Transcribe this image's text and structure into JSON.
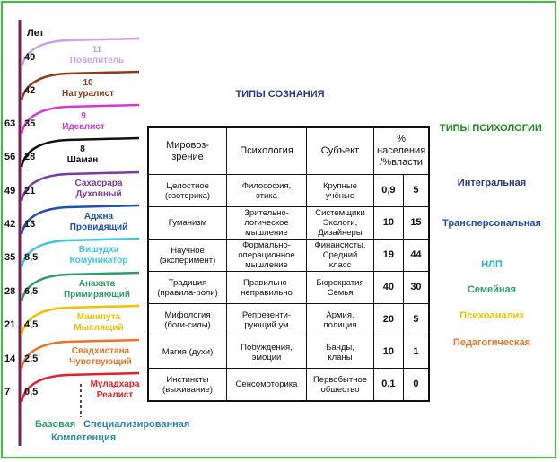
{
  "title": "ТИПЫ СОЗНАНИЯ",
  "axis_label": "Лет",
  "psychology": {
    "title": "ТИПЫ ПСИХОЛОГИИ",
    "items": [
      {
        "label": "Интегральная",
        "color": "#2a3591"
      },
      {
        "label": "Трансперсональная",
        "color": "#1f4fb0"
      },
      {
        "label": "НЛП",
        "color": "#22b5d6"
      },
      {
        "label": "Семейная",
        "color": "#2e9c6a"
      },
      {
        "label": "Психоанализ",
        "color": "#f0c000"
      },
      {
        "label": "Педагогическая",
        "color": "#e8742a"
      }
    ]
  },
  "levels": [
    {
      "num": "11",
      "name": "Повелитель",
      "age": "49",
      "age2": "",
      "color": "#c7a3e6"
    },
    {
      "num": "10",
      "name": "Натуралист",
      "age": "42",
      "age2": "",
      "color": "#8b3b1c"
    },
    {
      "num": "9",
      "name": "Идеалист",
      "age": "35",
      "age2": "63",
      "color": "#d43ad0"
    },
    {
      "num": "8",
      "name": "Шаман",
      "age": "28",
      "age2": "56",
      "color": "#111111"
    },
    {
      "num": "Сахасрара",
      "name": "Духовный",
      "age": "21",
      "age2": "49",
      "color": "#7b3a9e"
    },
    {
      "num": "Аджна",
      "name": "Провидящий",
      "age": "13",
      "age2": "42",
      "color": "#1f4fb0"
    },
    {
      "num": "Вишудха",
      "name": "Комуникатор",
      "age": "8,5",
      "age2": "35",
      "color": "#3cc8e0"
    },
    {
      "num": "Анахата",
      "name": "Примиряющий",
      "age": "6,5",
      "age2": "28",
      "color": "#2e9c6a"
    },
    {
      "num": "Манипута",
      "name": "Мыслящий",
      "age": "4,5",
      "age2": "21",
      "color": "#f0c000"
    },
    {
      "num": "Свадхистана",
      "name": "Чувствующий",
      "age": "2,5",
      "age2": "14",
      "color": "#e8742a"
    },
    {
      "num": "Муладхара",
      "name": "Реалист",
      "age": "0,5",
      "age2": "7",
      "color": "#e0202a"
    }
  ],
  "bottom": {
    "base": "Базовая",
    "special": "Специализированная",
    "competence": "Компетенция"
  },
  "table": {
    "headers": [
      "Мировоз-\nзрение",
      "Психология",
      "Субъект",
      "%\nнаселения\n/%власти"
    ],
    "rows": [
      {
        "c1": "Целостное\n(эзотерика)",
        "c2": "Философия,\nэтика",
        "c3": "Крупные\nучёные",
        "p": "0,9",
        "v": "5"
      },
      {
        "c1": "Гуманизм",
        "c2": "Зрительно-\nлогическое\nмышление",
        "c3": "Системщики\nЭкологи,\nДизайнеры",
        "p": "10",
        "v": "15"
      },
      {
        "c1": "Научное\n(эксперимент)",
        "c2": "Формально-\nоперационное\nмышление",
        "c3": "Финансисты,\nСредний\nкласс",
        "p": "19",
        "v": "44"
      },
      {
        "c1": "Традиция\n(правила-роли)",
        "c2": "Правильно-\nнеправильно",
        "c3": "Бюрократия\nСемья",
        "p": "40",
        "v": "30"
      },
      {
        "c1": "Мифология\n(боги-силы)",
        "c2": "Репрезенти-\nрующий ум",
        "c3": "Армия,\nполиция",
        "p": "20",
        "v": "5"
      },
      {
        "c1": "Магия (духи)",
        "c2": "Побуждения,\nэмоции",
        "c3": "Банды,\nкланы",
        "p": "10",
        "v": "1"
      },
      {
        "c1": "Инстинкты\n(выживание)",
        "c2": "Сенсомоторика",
        "c3": "Первобытное\nобщество",
        "p": "0,1",
        "v": "0"
      }
    ]
  }
}
